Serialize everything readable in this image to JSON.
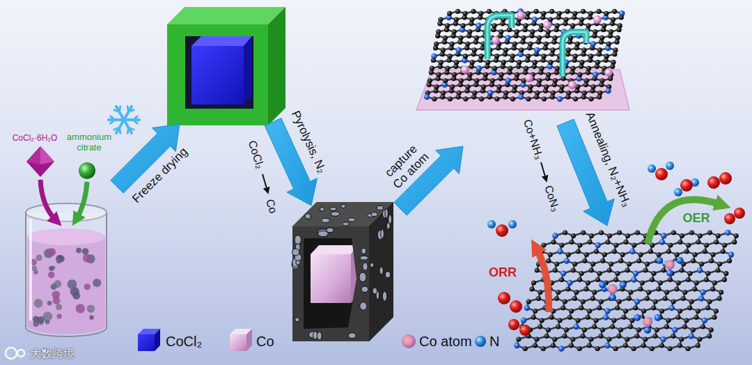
{
  "diagram": {
    "labels": [
      "CoCl₂·6H₂O",
      "ammonium citrate",
      "Freeze drying",
      "Pyrolysis, N₂",
      "CoCl₂",
      "Co",
      "capture Co atom",
      "Co+NH₃",
      "CoN₃",
      "Annealing, N₂+NH₃",
      "ORR",
      "OER",
      "大数跨境"
    ],
    "legend": [
      {
        "text": "CoCl₂"
      },
      {
        "text": "Co"
      },
      {
        "text": "Co atom"
      },
      {
        "text": "N"
      }
    ]
  }
}
